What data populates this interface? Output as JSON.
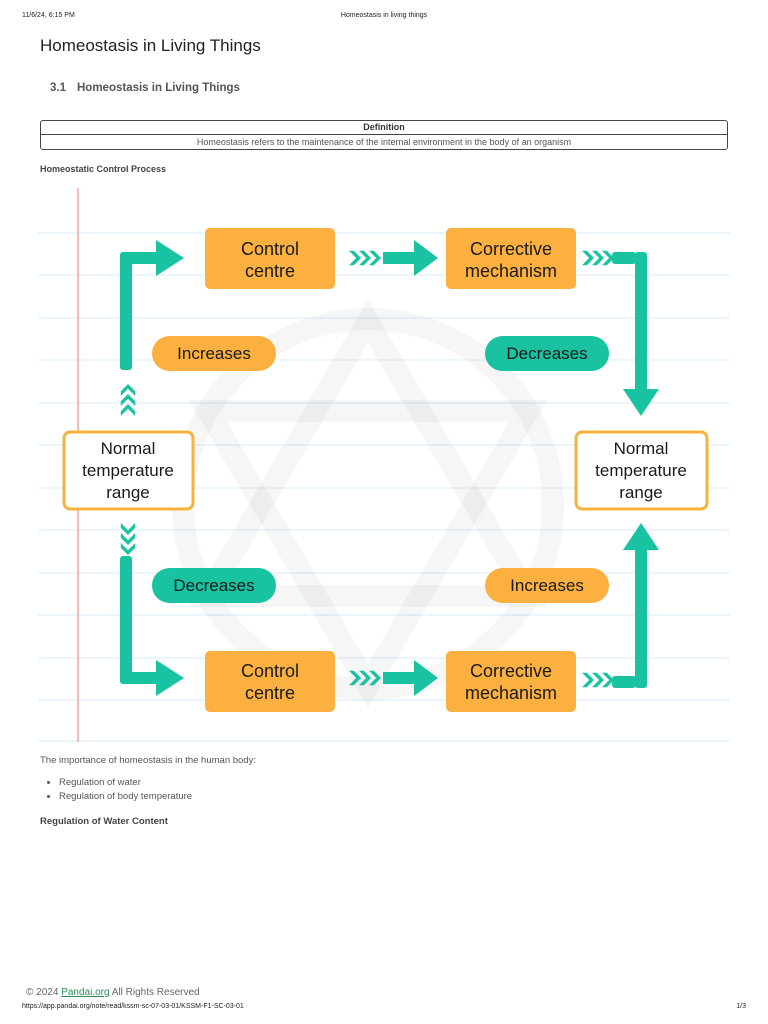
{
  "print_header": {
    "datetime": "11/6/24, 6:15 PM",
    "title": "Homeostasis in living things"
  },
  "page_title": "Homeostasis in Living Things",
  "section": {
    "number": "3.1",
    "title": "Homeostasis in Living Things"
  },
  "definition_table": {
    "header": "Definition",
    "body": "Homeostasis refers to the maintenance of the internal environment in the body of an organism"
  },
  "subheading": "Homeostatic Control Process",
  "diagram": {
    "colors": {
      "teal": "#19c2a0",
      "orange": "#fbb040",
      "box_border": "#f7b23b",
      "margin_line": "#f4a6a6",
      "rule_line": "#d6ecf8"
    },
    "top": {
      "control_centre": [
        "Control",
        "centre"
      ],
      "corrective_mechanism": [
        "Corrective",
        "mechanism"
      ],
      "left_label": "Increases",
      "right_label": "Decreases"
    },
    "bottom": {
      "control_centre": [
        "Control",
        "centre"
      ],
      "corrective_mechanism": [
        "Corrective",
        "mechanism"
      ],
      "left_label": "Decreases",
      "right_label": "Increases"
    },
    "left_box": [
      "Normal",
      "temperature",
      "range"
    ],
    "right_box": [
      "Normal",
      "temperature",
      "range"
    ]
  },
  "importance_intro": "The importance of homeostasis in the human body:",
  "importance_list": [
    "Regulation of water",
    "Regulation of body temperature"
  ],
  "subheading_2": "Regulation of Water Content",
  "footer": {
    "prefix": "© 2024 ",
    "link": "Pandai.org",
    "suffix": " All Rights Reserved"
  },
  "print_footer": {
    "url": "https://app.pandai.org/note/read/kssm-sc-07-03-01/KSSM-F1-SC-03-01",
    "page": "1/3"
  }
}
